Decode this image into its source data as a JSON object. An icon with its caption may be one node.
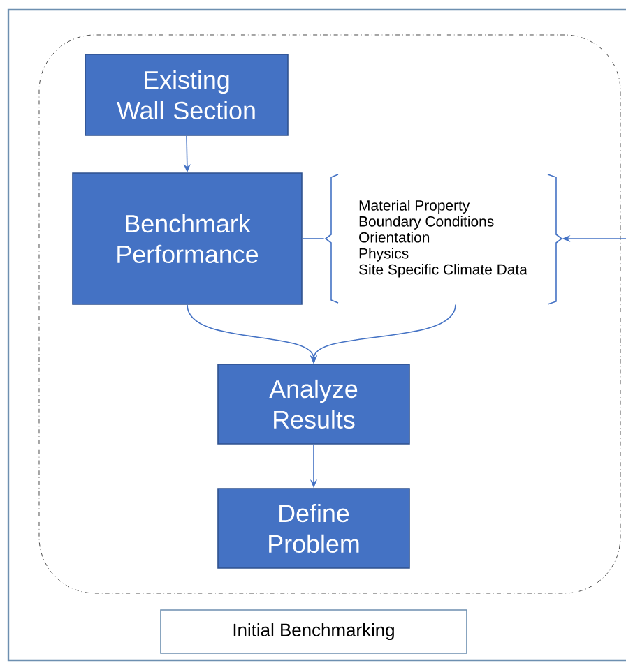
{
  "diagram": {
    "nodes": [
      {
        "text": [],
        "shape": "box"
      },
      {
        "text": [
          "Existing Wall Section"
        ],
        "in": 0
      },
      {
        "text": [
          "Benchmark Performance"
        ],
        "in": 0
      },
      {
        "text": [
          "Material Property",
          "Boundary Conditions",
          "Orientation",
          "Physics",
          "Site Specific Climate Data"
        ],
        "in": 0
      },
      {
        "text": [
          "Analyze Results"
        ],
        "in": 0
      },
      {
        "text": [
          "Define Problem"
        ],
        "in": 0
      },
      {
        "text": [
          "Initial Benchmarking"
        ]
      }
    ],
    "edges": [
      {
        "from": 1,
        "to": 2,
        "arrow": "to"
      },
      {
        "from": 2,
        "to": 3,
        "arrow": "none"
      },
      {
        "from": null,
        "to": 3,
        "arrow": "to"
      },
      {
        "from": 2,
        "to": 4,
        "arrow": "to"
      },
      {
        "from": 3,
        "to": 4,
        "arrow": "to"
      },
      {
        "from": 4,
        "to": 5,
        "arrow": "to"
      }
    ]
  }
}
